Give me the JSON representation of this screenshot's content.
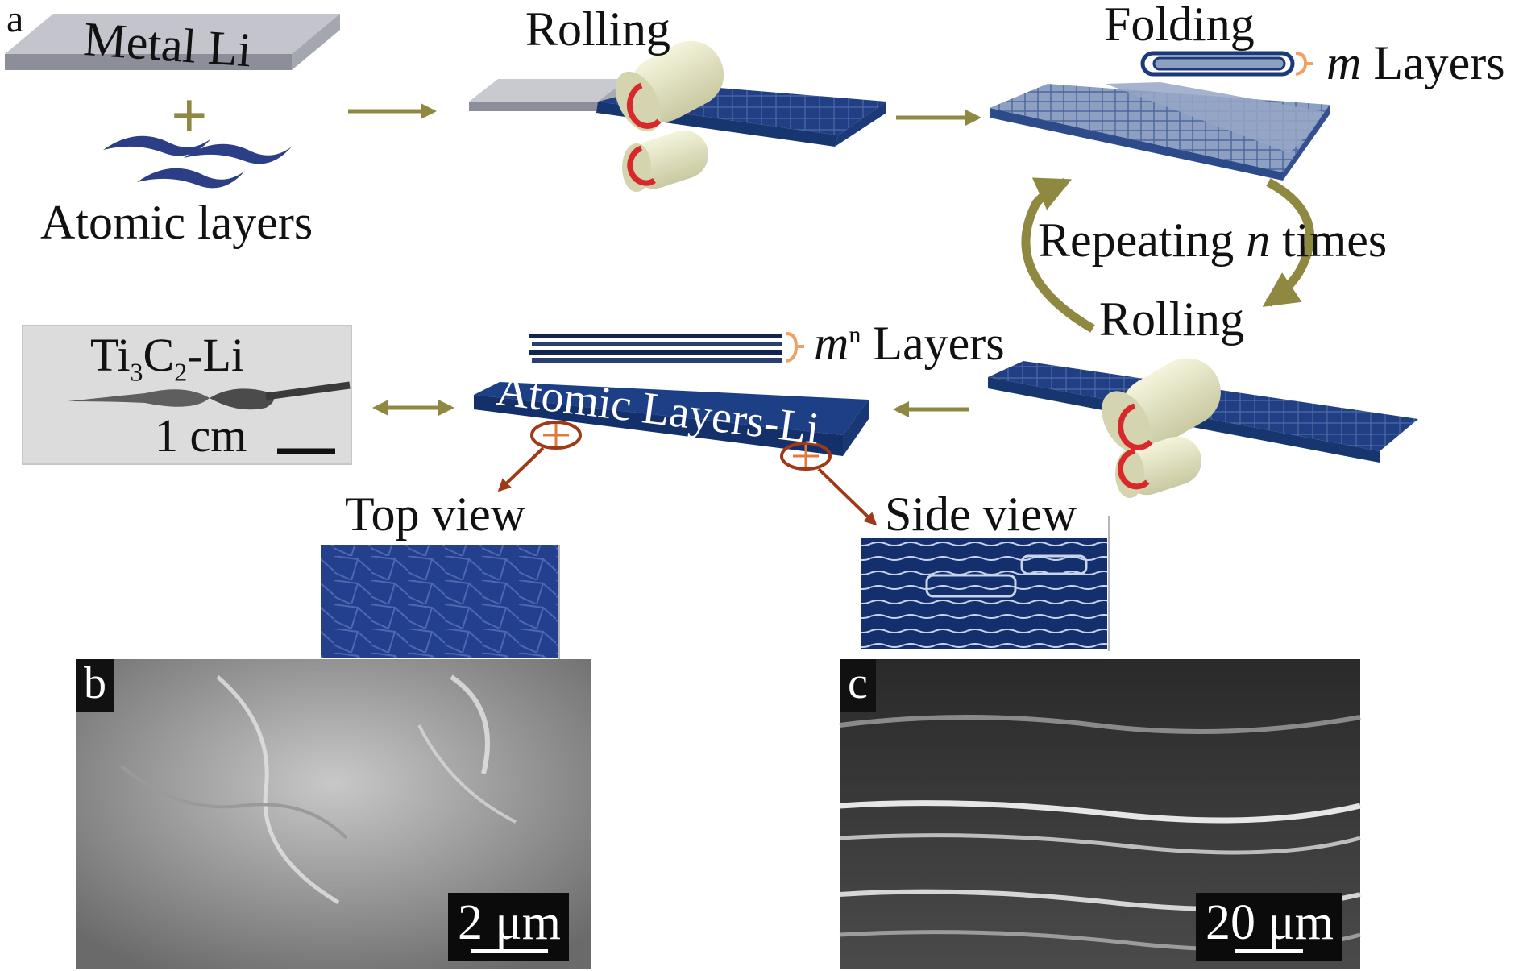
{
  "panels": {
    "a": {
      "letter": "a",
      "metal_li": "Metal Li",
      "plus": "+",
      "atomic_layers": "Atomic layers",
      "rolling_top": "Rolling",
      "folding": "Folding",
      "m_layers_var": "m",
      "m_layers_text": "Layers",
      "repeating_prefix": "Repeating",
      "repeating_var": "n",
      "repeating_suffix": "times",
      "rolling_bottom": "Rolling",
      "mn_layers_base": "m",
      "mn_layers_sup": "n",
      "mn_layers_text": "Layers",
      "atomic_layers_li": "Atomic Layers-Li",
      "photo_label_prefix": "Ti",
      "photo_label_sub1": "3",
      "photo_label_mid": "C",
      "photo_label_sub2": "2",
      "photo_label_suffix": "-Li",
      "photo_scale": "1 cm",
      "top_view": "Top view",
      "side_view": "Side view"
    },
    "b": {
      "letter": "b",
      "scale": "2 μm"
    },
    "c": {
      "letter": "c",
      "scale": "20 μm"
    }
  },
  "colors": {
    "arrow": "#8f8840",
    "film_blue": "#1d3f86",
    "roller": "#e6e6c4",
    "roll_arrow": "#d8282a",
    "brace": "#f0a060",
    "pointer": "#a03a16"
  }
}
